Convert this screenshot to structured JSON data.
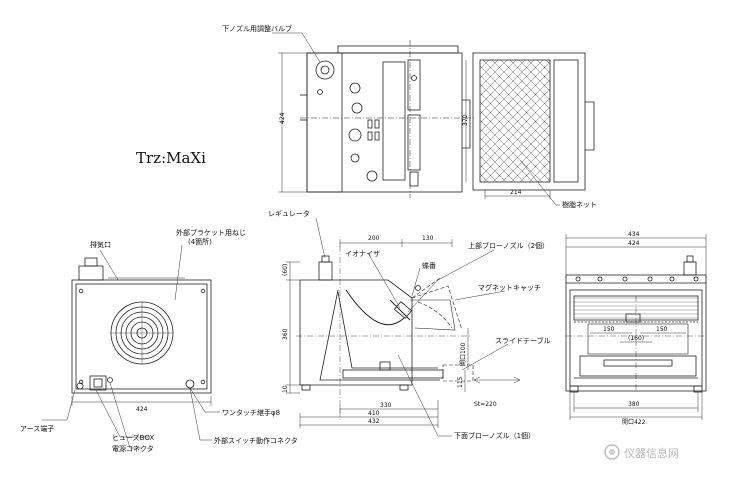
{
  "title": "Trz:MaXi",
  "top_view": {
    "callout_valve": "下ノズル用調整バルブ",
    "dim_424": "424",
    "dim_370": "370",
    "dim_214": "214",
    "callout_mesh": "樹脂ネット"
  },
  "rear_view": {
    "callout_exhaust": "排気口",
    "callout_bracket_line1": "外部ブラケット用ねじ",
    "callout_bracket_line2": "(4箇所)",
    "dim_424": "424",
    "callout_earth": "アース端子",
    "callout_fuse": "ヒューズBOX",
    "callout_power": "電源コネクタ",
    "callout_onetouch": "ワンタッチ継手φ8",
    "callout_external_switch": "外部スイッチ動作コネクタ"
  },
  "side_view": {
    "callout_regulator": "レギュレータ",
    "callout_ionizer": "イオナイザ",
    "callout_hinge": "蝶番",
    "callout_upper_nozzle": "上部ブローノズル（2個）",
    "callout_magnet": "マグネットキャッチ",
    "callout_slide_table": "スライドテーブル",
    "callout_lower_nozzle": "下面ブローノズル（1個）",
    "dim_200": "200",
    "dim_130": "130",
    "dim_60": "(60)",
    "dim_360": "360",
    "dim_10": "10",
    "dim_opening_h": "開口100",
    "dim_115": "115",
    "dim_stroke": "St=220",
    "dim_330": "330",
    "dim_410": "410",
    "dim_432": "432"
  },
  "front_view": {
    "dim_434": "434",
    "dim_424": "424",
    "dim_380": "380",
    "dim_opening_w": "開口422",
    "dim_150a": "150",
    "dim_150b": "150",
    "dim_160": "(160)"
  },
  "watermark": "仪器信息网"
}
